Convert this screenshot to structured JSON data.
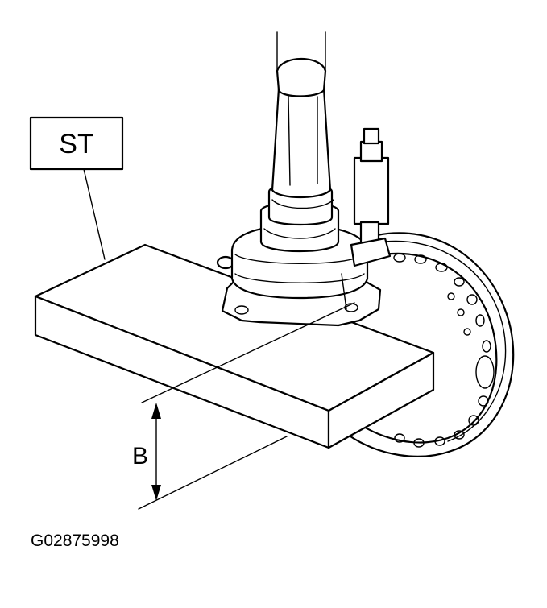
{
  "labels": {
    "tool_label": "ST",
    "dimension_label": "B",
    "figure_code": "G02875998"
  }
}
